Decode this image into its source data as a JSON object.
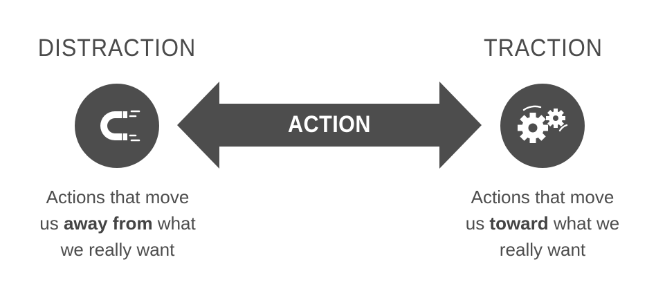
{
  "colors": {
    "shape_fill": "#4d4d4d",
    "text": "#4d4d4d",
    "arrow_text": "#ffffff",
    "background": "#ffffff"
  },
  "left": {
    "heading": "DISTRACTION",
    "icon": "magnet-icon",
    "desc_line1": "Actions that move",
    "desc_line2_pre": "us ",
    "desc_line2_bold": "away from",
    "desc_line2_post": " what",
    "desc_line3": "we really want"
  },
  "center": {
    "arrow_label": "ACTION",
    "icon": "double-arrow"
  },
  "right": {
    "heading": "TRACTION",
    "icon": "gears-icon",
    "desc_line1": "Actions that move",
    "desc_line2_pre": "us ",
    "desc_line2_bold": "toward",
    "desc_line2_post": " what we",
    "desc_line3": "really want"
  }
}
